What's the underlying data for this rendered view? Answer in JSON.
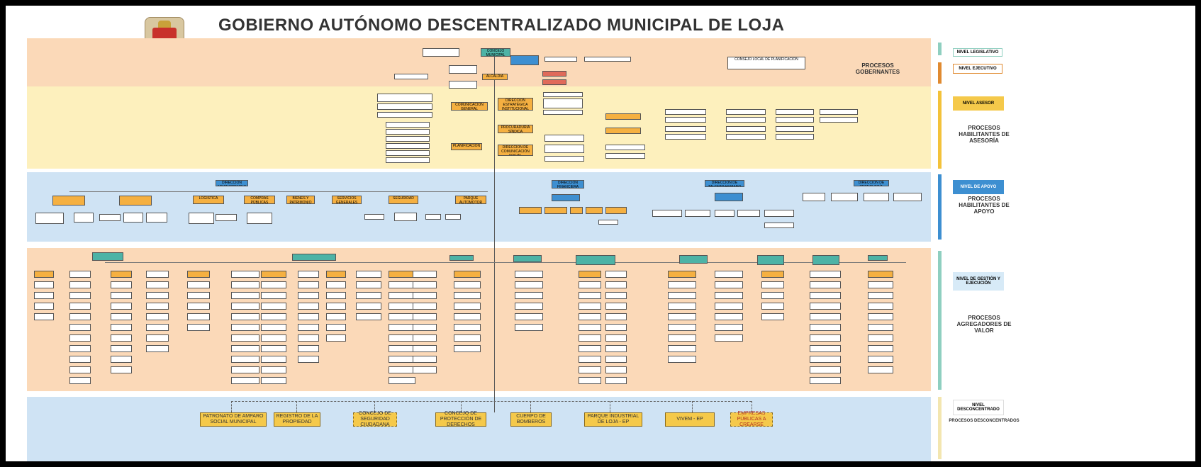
{
  "title": "GOBIERNO AUTÓNOMO DESCENTRALIZADO MUNICIPAL DE LOJA",
  "process_labels": {
    "gobernantes": "PROCESOS GOBERNANTES",
    "asesoria": "PROCESOS HABILITANTES DE ASESORÍA",
    "apoyo": "PROCESOS HABILITANTES DE APOYO",
    "valor": "PROCESOS AGREGADORES DE VALOR",
    "desconcentrados": "PROCESOS DESCONCENTRADOS"
  },
  "levels": {
    "legislativo": "NIVEL LEGISLATIVO",
    "ejecutivo": "NIVEL EJECUTIVO",
    "asesor": "NIVEL ASESOR",
    "apoyo": "NIVEL DE APOYO",
    "gestion": "NIVEL DE GESTIÓN Y EJECUCIÓN",
    "desconcentrado": "NIVEL DESCONCENTRADO"
  },
  "top": {
    "concejo": "CONCEJO MUNICIPAL",
    "alcaldia": "ALCALDÍA",
    "consejo_planif": "CONSEJO LOCAL DE PLANIFICACIÓN"
  },
  "asesoria": {
    "comunicacion": "COMUNICACIÓN GENERAL",
    "direccion_estrategica": "DIRECCIÓN ESTRATÉGICA INSTITUCIONAL",
    "procuraduria": "PROCURADURÍA SÍNDICA MUNICIPAL",
    "planificacion": "PLANIFICACIÓN",
    "dir_comunicacion": "DIRECCIÓN DE COMUNICACIÓN SOCIAL"
  },
  "apoyo": {
    "administrativa": "DIRECCIÓN ADMINISTRATIVA",
    "financiera": "DIRECCIÓN FINANCIERA",
    "talento": "DIRECCIÓN DE TALENTO HUMANO",
    "tecnologia": "DIRECCIÓN DE TECNOLOGÍA",
    "items": [
      "LOGÍSTICA",
      "COMPRAS PÚBLICAS",
      "BIENES Y PATRIMONIO",
      "SERVICIOS GENERALES",
      "SEGURIDAD",
      "PARQUE AUTOMOTOR"
    ]
  },
  "desconcentrados": [
    "PATRONATO DE AMPARO SOCIAL MUNICIPAL",
    "REGISTRO DE LA PROPIEDAD",
    "CONCEJO DE SEGURIDAD CIUDADANA",
    "CONCEJO DE PROTECCIÓN DE DERECHOS",
    "CUERPO DE BOMBEROS",
    "PARQUE INDUSTRIAL DE LOJA - EP",
    "VIVEM - EP",
    "EMPRESAS PÚBLICAS A CREARSE"
  ]
}
